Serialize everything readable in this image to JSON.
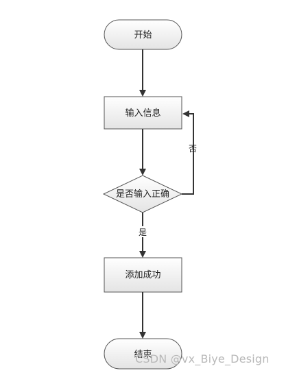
{
  "flowchart": {
    "nodes": {
      "start": "开始",
      "input": "输入信息",
      "decision": "是否输入正确",
      "success": "添加成功",
      "end": "结束"
    },
    "edges": {
      "yes_label": "是",
      "no_label": "否"
    }
  },
  "colors": {
    "node_fill_top": "#ffffff",
    "node_fill_bottom": "#e6e6e6",
    "stroke": "#333333"
  },
  "watermark": "CSDN @vx_Biye_Design"
}
